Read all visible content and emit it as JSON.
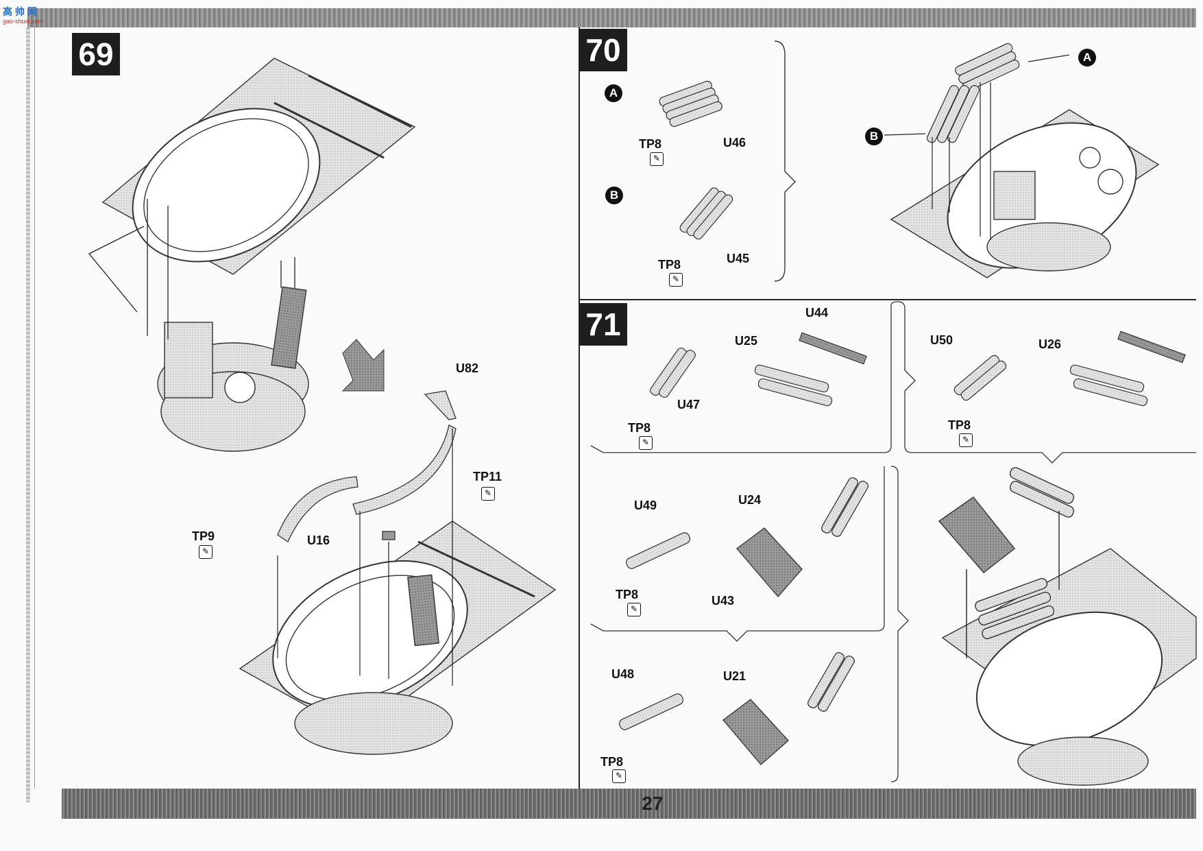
{
  "page": {
    "number": "27"
  },
  "watermark": {
    "logo_text": "高 帅 网",
    "logo_sub": "gao-shuai.com"
  },
  "steps": [
    {
      "number": "69",
      "parts": [
        "U82",
        "TP11",
        "TP9",
        "U16"
      ]
    },
    {
      "number": "70",
      "callouts": [
        "A",
        "B"
      ],
      "parts": [
        "TP8",
        "U46",
        "TP8",
        "U45"
      ]
    },
    {
      "number": "71",
      "parts": [
        "U44",
        "U25",
        "U47",
        "TP8",
        "U50",
        "U26",
        "TP8",
        "U49",
        "U24",
        "TP8",
        "U43",
        "U48",
        "U21",
        "TP8"
      ]
    }
  ],
  "labels": {
    "s69_u82": "U82",
    "s69_tp11": "TP11",
    "s69_tp9": "TP9",
    "s69_u16": "U16",
    "s70_a_left": "A",
    "s70_b_left": "B",
    "s70_tp8_a": "TP8",
    "s70_u46": "U46",
    "s70_tp8_b": "TP8",
    "s70_u45": "U45",
    "s70_a_right": "A",
    "s70_b_right": "B",
    "s71_u44": "U44",
    "s71_u25": "U25",
    "s71_u47": "U47",
    "s71_tp8_1": "TP8",
    "s71_u50": "U50",
    "s71_u26": "U26",
    "s71_tp8_2": "TP8",
    "s71_u49": "U49",
    "s71_u24": "U24",
    "s71_tp8_3": "TP8",
    "s71_u43": "U43",
    "s71_u48": "U48",
    "s71_u21": "U21",
    "s71_tp8_4": "TP8"
  },
  "icons": {
    "decal": "decal-sheet-icon",
    "direction_arrow": "down-right-arrow-icon"
  }
}
